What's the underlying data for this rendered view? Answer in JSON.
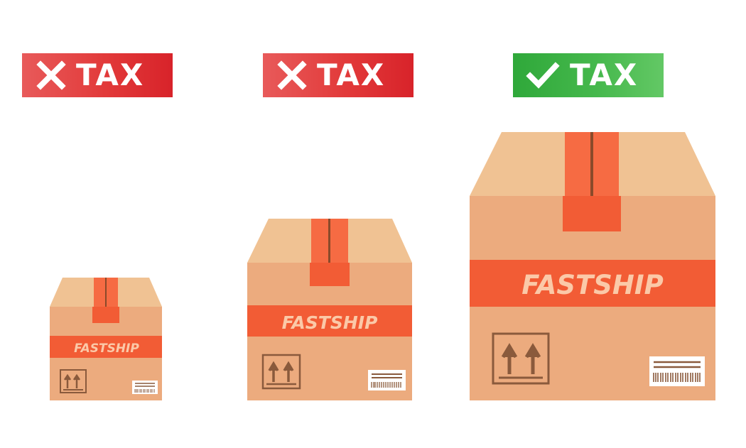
{
  "tags": [
    {
      "label": "TAX",
      "status": "rejected",
      "icon": "cross-icon",
      "color": "#e23a3a"
    },
    {
      "label": "TAX",
      "status": "rejected",
      "icon": "cross-icon",
      "color": "#e23a3a"
    },
    {
      "label": "TAX",
      "status": "accepted",
      "icon": "check-icon",
      "color": "#45b84c"
    }
  ],
  "boxes": [
    {
      "size": "small",
      "brand": "FASTSHIP"
    },
    {
      "size": "medium",
      "brand": "FASTSHIP"
    },
    {
      "size": "large",
      "brand": "FASTSHIP"
    }
  ],
  "colors": {
    "box_top": "#f0c293",
    "box_front": "#ecab7e",
    "tape": "#f25c35",
    "tape_light": "#f66b43",
    "mark": "#8a5a3c",
    "brand_text": "#fbc9a8"
  }
}
